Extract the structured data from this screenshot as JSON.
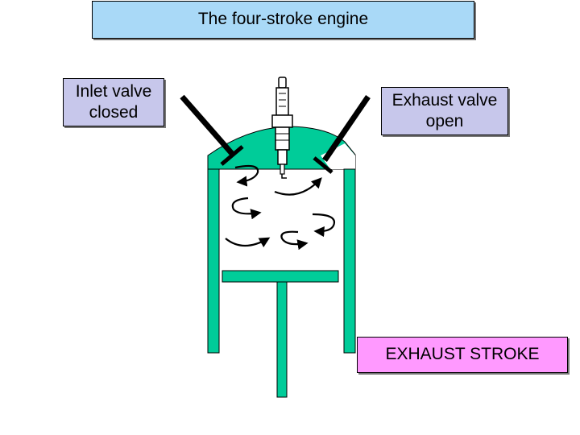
{
  "title": "The four-stroke engine",
  "inlet_valve_label": "Inlet valve closed",
  "exhaust_valve_label": "Exhaust valve open",
  "stroke_label": "EXHAUST STROKE",
  "colors": {
    "cylinder": "#00cc99",
    "title_box": "#a9d9f7",
    "valve_boxes": "#c7c7eb",
    "stroke_box": "#ff99ff"
  }
}
